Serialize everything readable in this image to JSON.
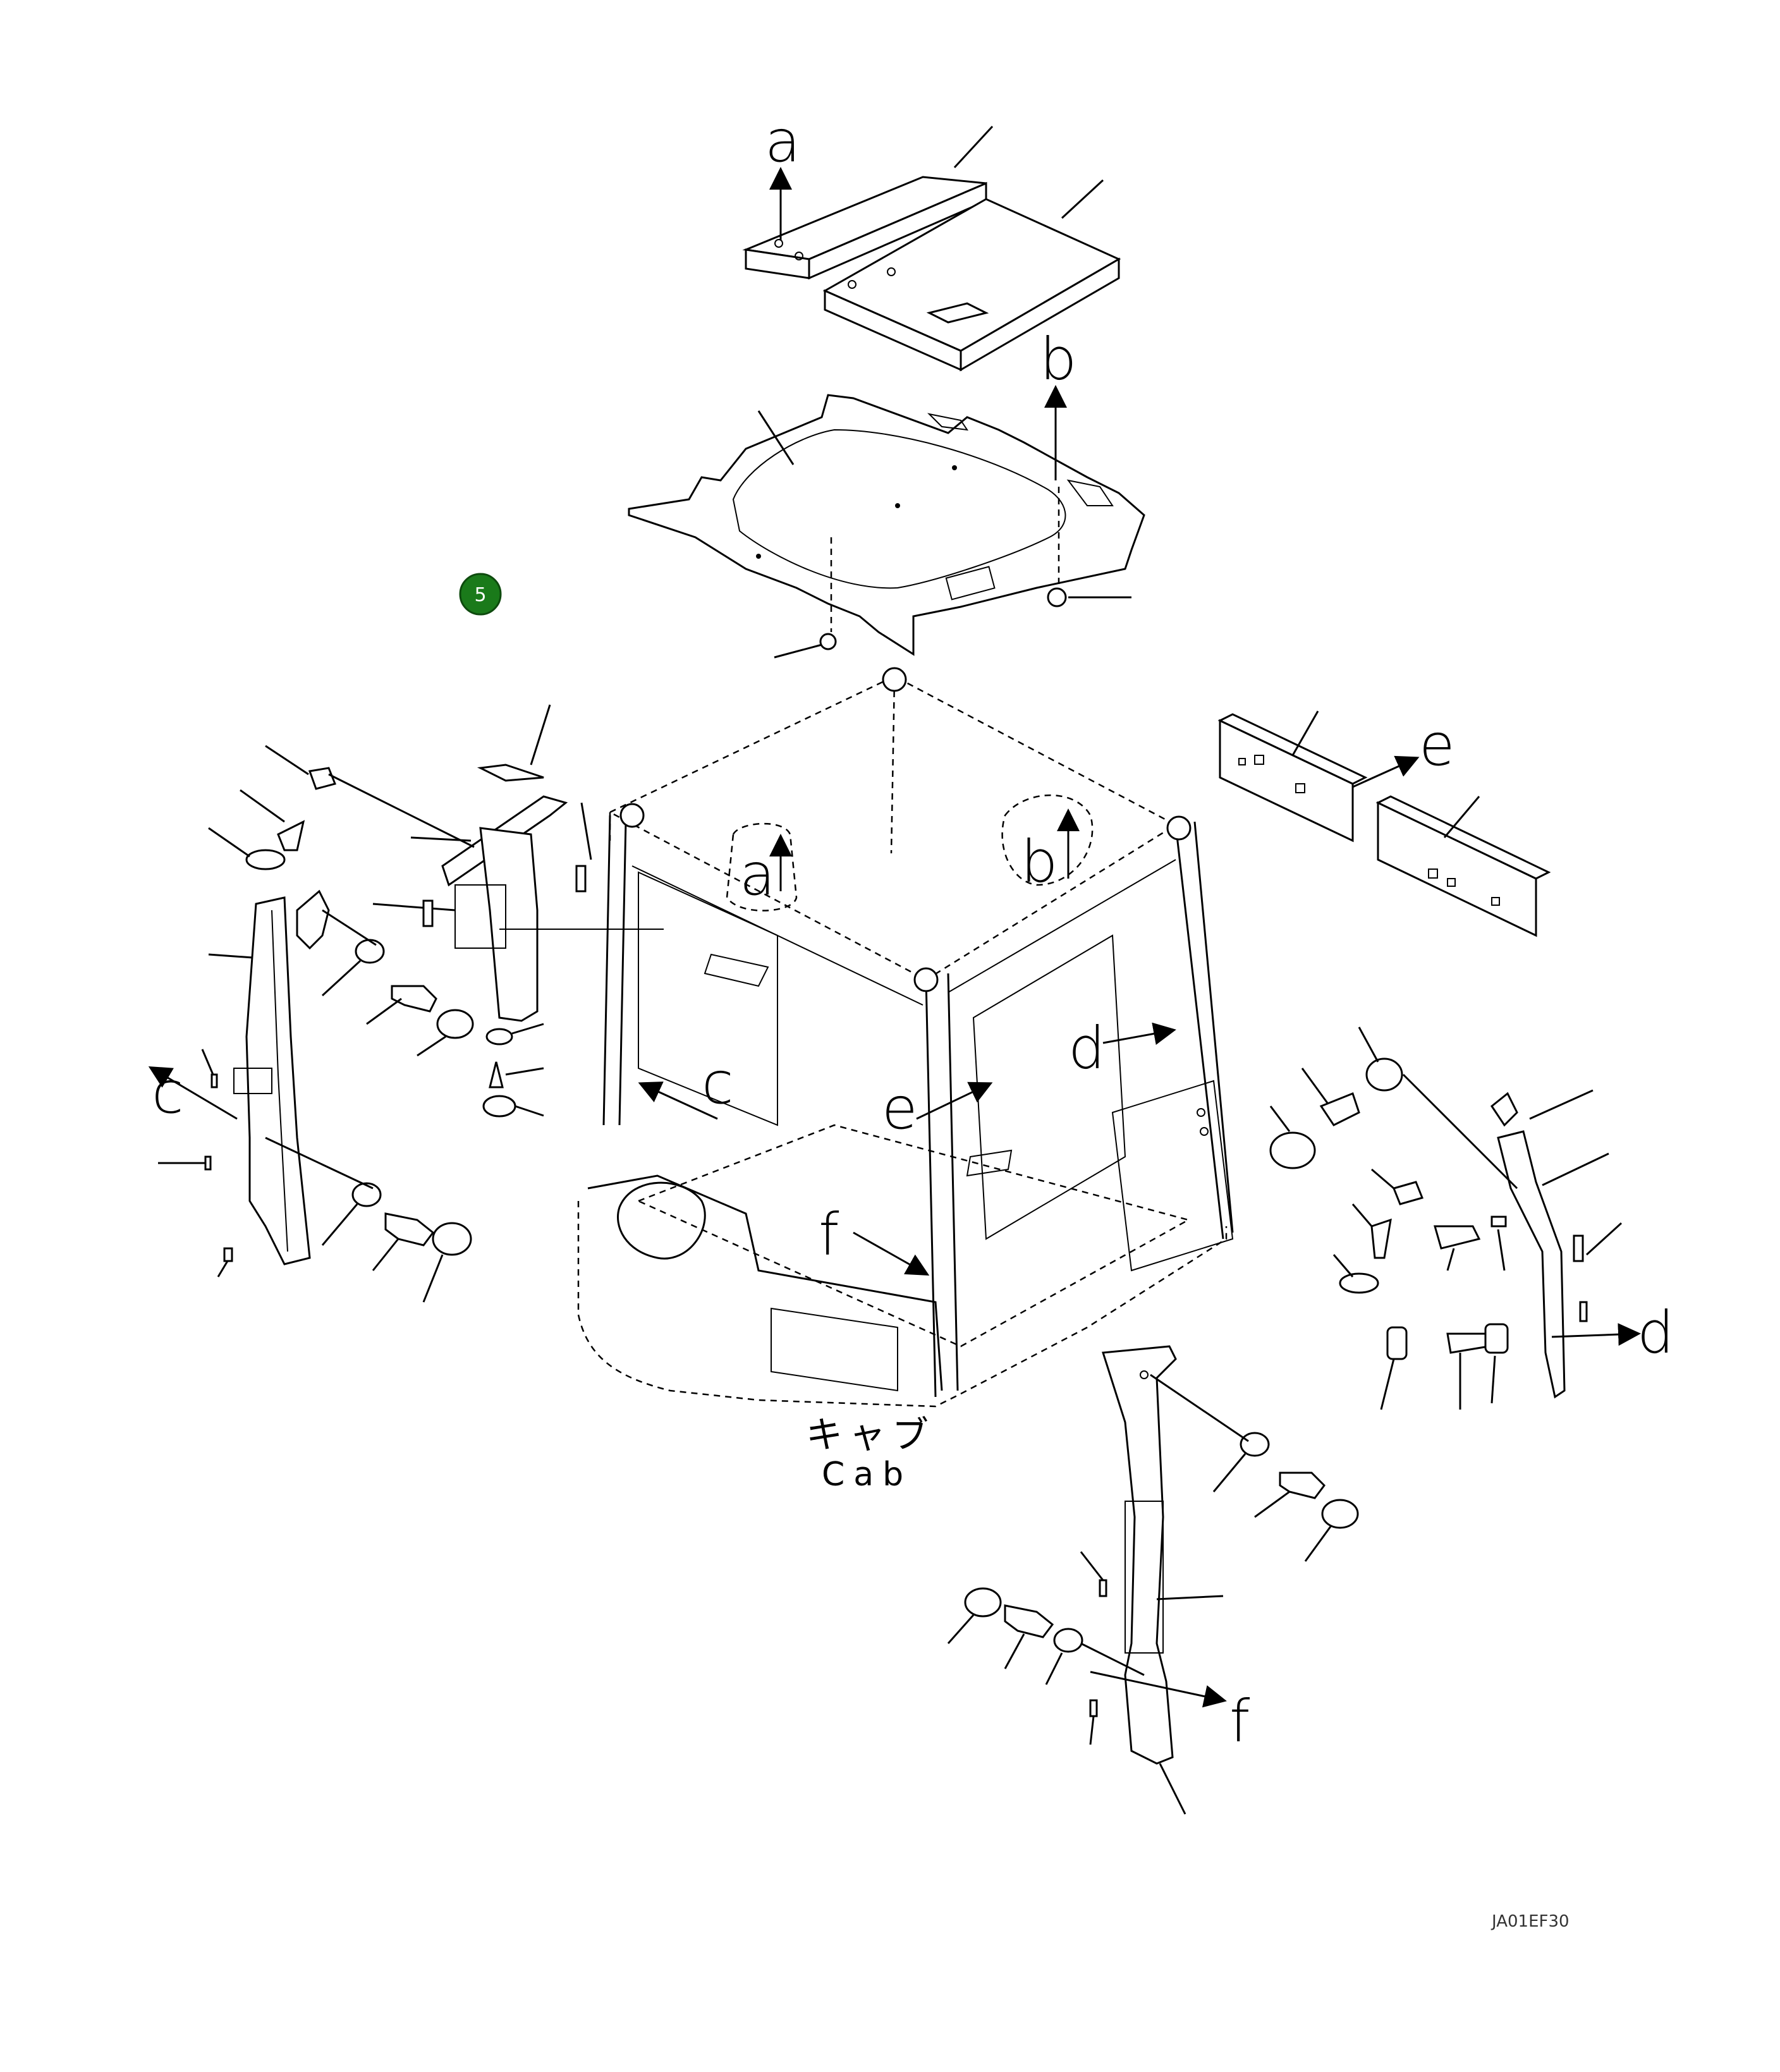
{
  "diagram": {
    "callout_badge": {
      "number": "5",
      "color": "#1a7a1a"
    },
    "caption": {
      "japanese": "キャブ",
      "english": "Cab"
    },
    "reference_letters": {
      "a_top": "a",
      "b_top": "b",
      "a_roof": "a",
      "b_roof": "b",
      "c_frame": "c",
      "c_left": "c",
      "d_frame": "d",
      "d_right": "d",
      "e_frame": "e",
      "e_panel": "e",
      "f_frame": "f",
      "f_bottom": "f"
    },
    "drawing_code": "JA01EF30"
  }
}
